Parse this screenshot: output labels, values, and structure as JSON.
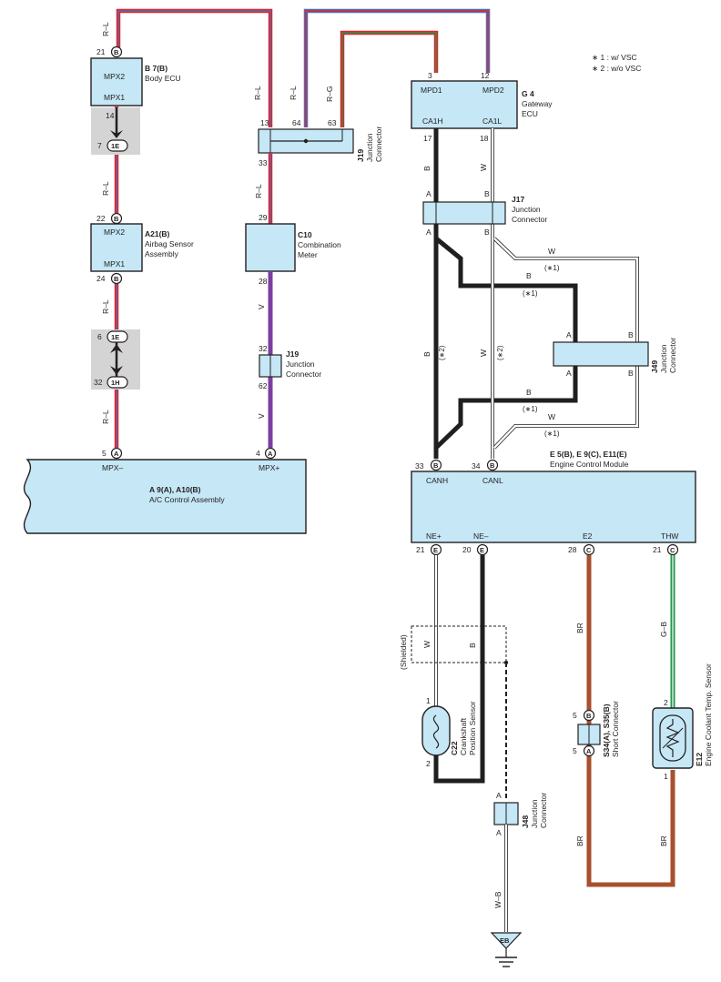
{
  "notes": [
    "∗ 1 : w/ VSC",
    "∗ 2 : w/o VSC"
  ],
  "colors": {
    "box_fill": "#c5e7f6",
    "R-L": [
      "#e4222b",
      "#4e6fb5"
    ],
    "R-G": [
      "#e4222b",
      "#1f9a4b"
    ],
    "V": "#7b3fa0",
    "B": "#1f1f1f",
    "W": "#ffffff",
    "BR": "#a8502e",
    "G-B": [
      "#1f9a4b",
      "#1f1f1f"
    ],
    "W-B": [
      "#ffffff",
      "#1f1f1f"
    ]
  },
  "components": {
    "b7": {
      "code": "B 7(B)",
      "name": "Body ECU",
      "term_top": "MPX2",
      "term_bot": "MPX1",
      "pin_top": "21",
      "pin_top_conn": "B",
      "pin_bot": "14"
    },
    "conn_1e_top": {
      "pin": "7",
      "conn": "1E"
    },
    "a21": {
      "code": "A21(B)",
      "name1": "Airbag Sensor",
      "name2": "Assembly",
      "term_top": "MPX2",
      "term_bot": "MPX1",
      "pin_top": "22",
      "pin_bot": "24",
      "conn": "B"
    },
    "conn_1e_mid": {
      "pin": "6",
      "conn": "1E"
    },
    "conn_1h": {
      "pin": "32",
      "conn": "1H"
    },
    "a9": {
      "code": "A 9(A), A10(B)",
      "name": "A/C Control Assembly",
      "term_left": "MPX–",
      "term_right": "MPX+",
      "pin_left": "5",
      "pin_right": "4",
      "conn": "A"
    },
    "j19_top": {
      "code": "J19",
      "name1": "Junction",
      "name2": "Connector",
      "pin_13": "13",
      "pin_64": "64",
      "pin_63": "63",
      "pin_33": "33"
    },
    "c10": {
      "code": "C10",
      "name1": "Combination",
      "name2": "Meter",
      "pin_top": "29",
      "pin_bot": "28"
    },
    "j19_bot": {
      "code": "J19",
      "name1": "Junction",
      "name2": "Connector",
      "pin_top": "32",
      "pin_bot": "62"
    },
    "g4": {
      "code": "G 4",
      "name1": "Gateway",
      "name2": "ECU",
      "term_tl": "MPD1",
      "term_tr": "MPD2",
      "term_bl": "CA1H",
      "term_br": "CA1L",
      "pin_tl": "3",
      "pin_tr": "12",
      "pin_bl": "17",
      "pin_br": "18"
    },
    "j17": {
      "code": "J17",
      "name1": "Junction",
      "name2": "Connector",
      "pin_a": "A",
      "pin_b": "B"
    },
    "j49": {
      "code": "J49",
      "name1": "Junction",
      "name2": "Connector",
      "pin_a": "A",
      "pin_b": "B"
    },
    "ecm": {
      "code": "E 5(B), E 9(C), E11(E)",
      "name": "Engine Control Module",
      "term_canh": "CANH",
      "term_canl": "CANL",
      "term_nep": "NE+",
      "term_nem": "NE–",
      "term_e2": "E2",
      "term_thw": "THW",
      "pin_canh": "33",
      "pin_canl": "34",
      "conn_can": "B",
      "pin_nep": "21",
      "pin_nem": "20",
      "conn_ne": "E",
      "pin_e2": "28",
      "pin_thw": "21",
      "conn_c": "C"
    },
    "c22": {
      "code": "C22",
      "name1": "Crankshaft",
      "name2": "Position Sensor",
      "pin_1": "1",
      "pin_2": "2"
    },
    "shielded": "(Shielded)",
    "s34": {
      "code": "S34(A), S35(B)",
      "name": "Short Connector",
      "pin_5b": "5",
      "conn_b": "B",
      "pin_5a": "5",
      "conn_a": "A"
    },
    "e12": {
      "code": "E12",
      "name": "Engine Coolant Temp.  Sensor",
      "pin_2": "2",
      "pin_1": "1"
    },
    "j48": {
      "code": "J48",
      "name1": "Junction",
      "name2": "Connector",
      "pin_a": "A"
    },
    "ground": "EB"
  },
  "wires": {
    "rl": "R–L",
    "rg": "R–G",
    "v": "V",
    "b": "B",
    "w": "W",
    "br": "BR",
    "gb": "G–B",
    "wb": "W–B",
    "note1": "(∗1)",
    "note2": "(∗2)"
  }
}
